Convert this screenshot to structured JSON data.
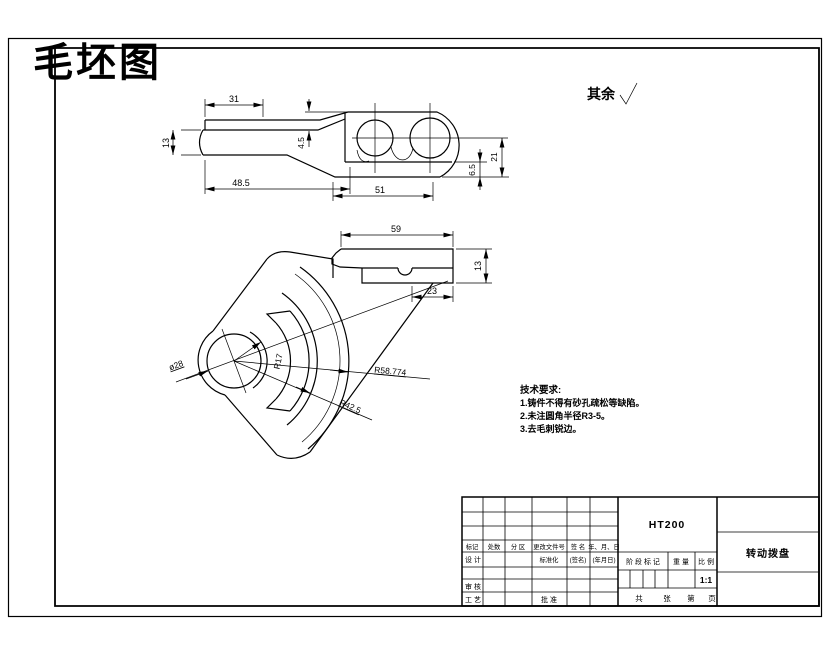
{
  "sheet": {
    "title": "毛坯图",
    "surface_note": "其余",
    "colors": {
      "title_red": "#ff0000",
      "line": "#000000",
      "paper": "#ffffff"
    }
  },
  "top_view": {
    "dims": {
      "step_width": "31",
      "bar_height": "13",
      "step_height": "4.5",
      "arm_length": "48.5",
      "head_length": "51",
      "flange_height": "6.5",
      "head_height": "21"
    }
  },
  "front_view": {
    "dims": {
      "head_width": "59",
      "head_height": "13",
      "boss_offset": "23",
      "hub_diameter": "ø28",
      "inner_radius": "R17",
      "outer_radius": "R58.774",
      "mid_radius": "R42.5"
    }
  },
  "tech_requirements": {
    "title": "技术要求:",
    "items": [
      "1.铸件不得有砂孔疏松等缺陷。",
      "2.未注圆角半径R3-5。",
      "3.去毛刺锐边。"
    ]
  },
  "title_block": {
    "material": "HT200",
    "part_name": "转动拨盘",
    "scale_value": "1:1",
    "revision_headers": [
      "标记",
      "处数",
      "分 区",
      "更改文件号",
      "签 名",
      "年、月、日"
    ],
    "design_label": "设 计",
    "standardization_label": "标准化",
    "signature_label": "(签名)",
    "date_label": "(年月日)",
    "check_label": "审 核",
    "process_label": "工 艺",
    "approve_label": "批 准",
    "stage_label": "阶 段 标 记",
    "weight_label": "重 量",
    "scale_label": "比 例",
    "sheet_labels": [
      "共",
      "张",
      "第",
      "页"
    ]
  }
}
